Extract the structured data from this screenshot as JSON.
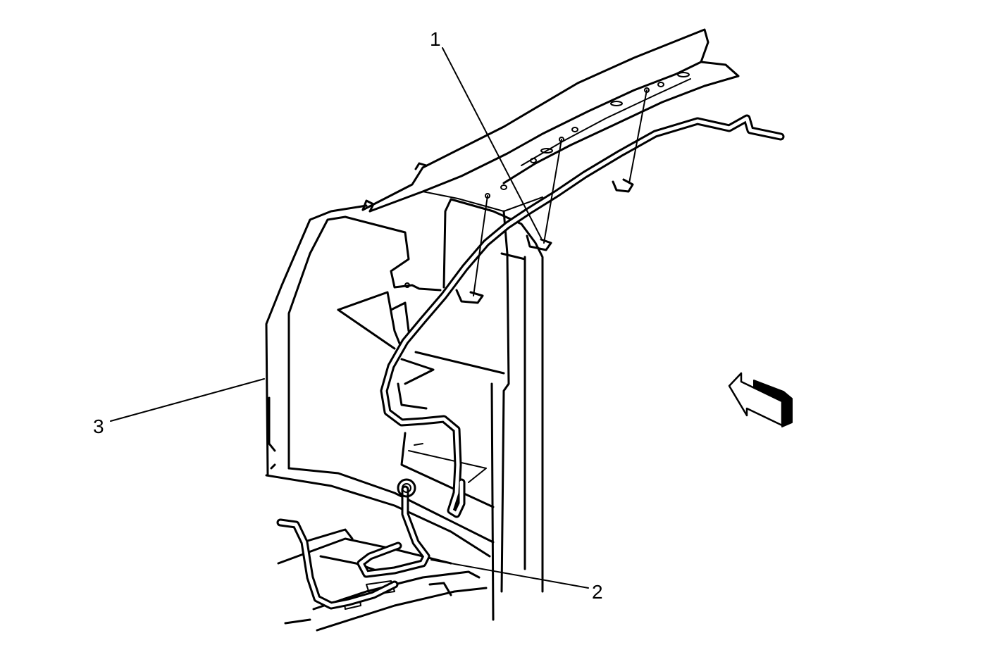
{
  "callouts": [
    {
      "id": "1",
      "label": "1"
    },
    {
      "id": "2",
      "label": "2"
    },
    {
      "id": "3",
      "label": "3"
    }
  ],
  "colors": {
    "line": "#000000",
    "background": "#ffffff"
  },
  "icons": [
    "direction-arrow-icon"
  ]
}
